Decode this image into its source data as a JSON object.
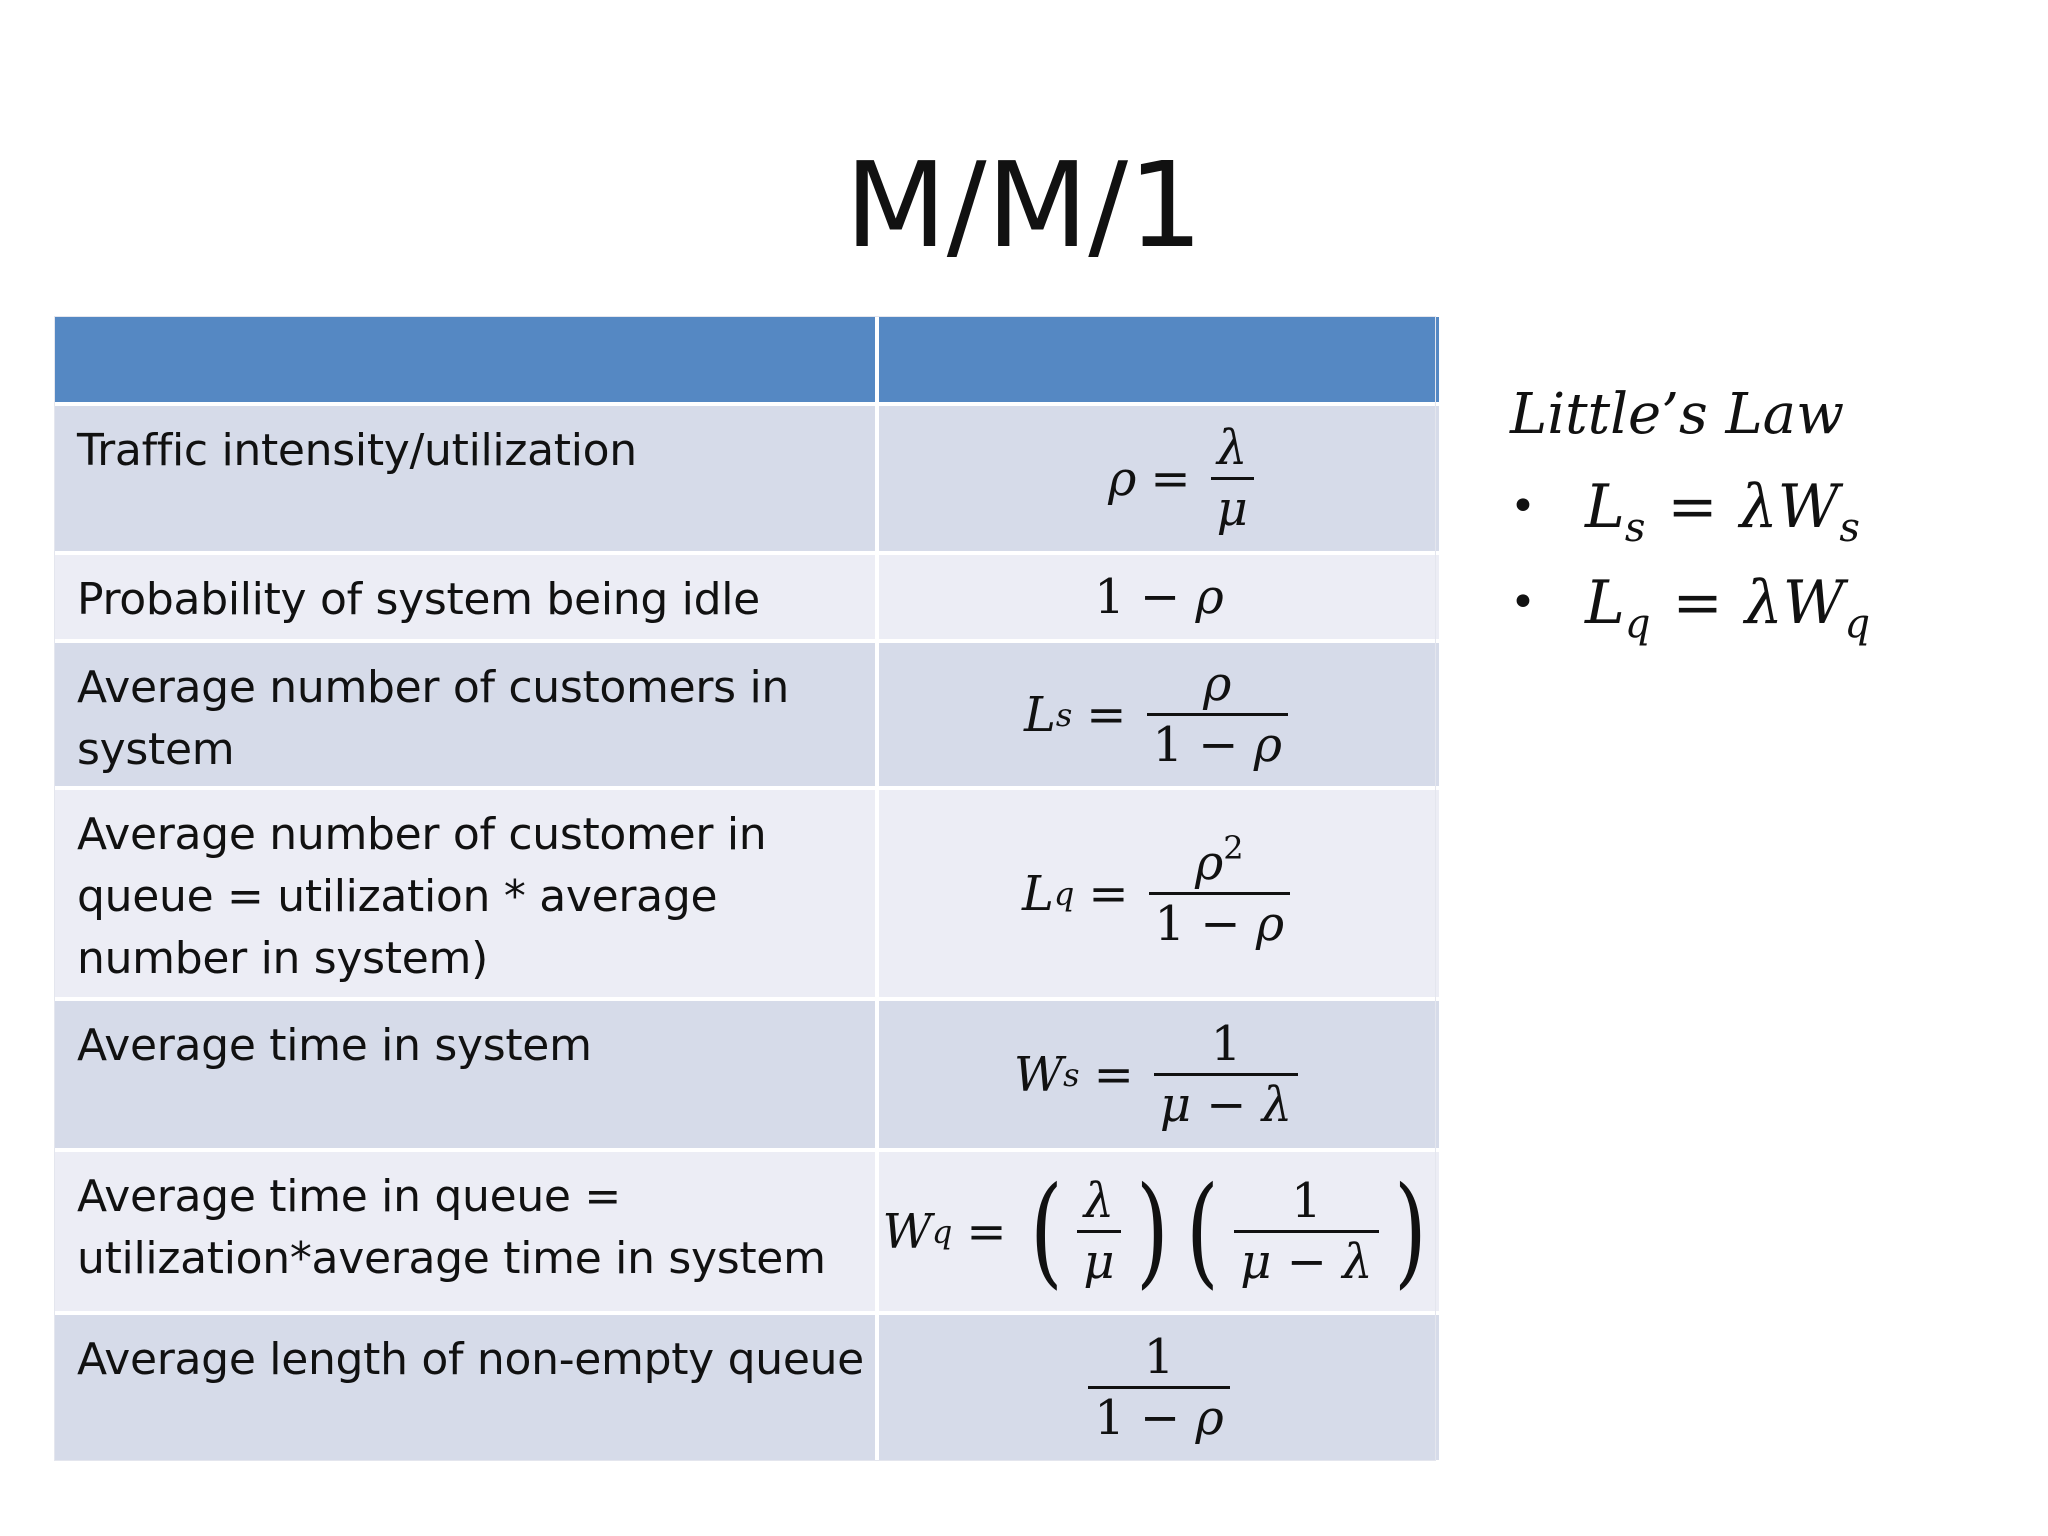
{
  "title": "M/M/1",
  "table": {
    "rows": [
      {
        "label": "Traffic intensity/utilization"
      },
      {
        "label": "Probability of system being idle"
      },
      {
        "label": "Average number of customers in system"
      },
      {
        "label": "Average number of customer in queue = utilization * average number in system)"
      },
      {
        "label": "Average time in system"
      },
      {
        "label": "Average time in queue = utilization*average time in system"
      },
      {
        "label": "Average length of non-empty queue"
      }
    ]
  },
  "sidebar": {
    "title": "Little’s Law",
    "items": [
      {
        "formula": "Ls = λWs"
      },
      {
        "formula": "Lq = λWq"
      }
    ]
  },
  "colors": {
    "header": "#5588c3",
    "row_dark": "#d6dbe9",
    "row_light": "#ecedf5"
  }
}
